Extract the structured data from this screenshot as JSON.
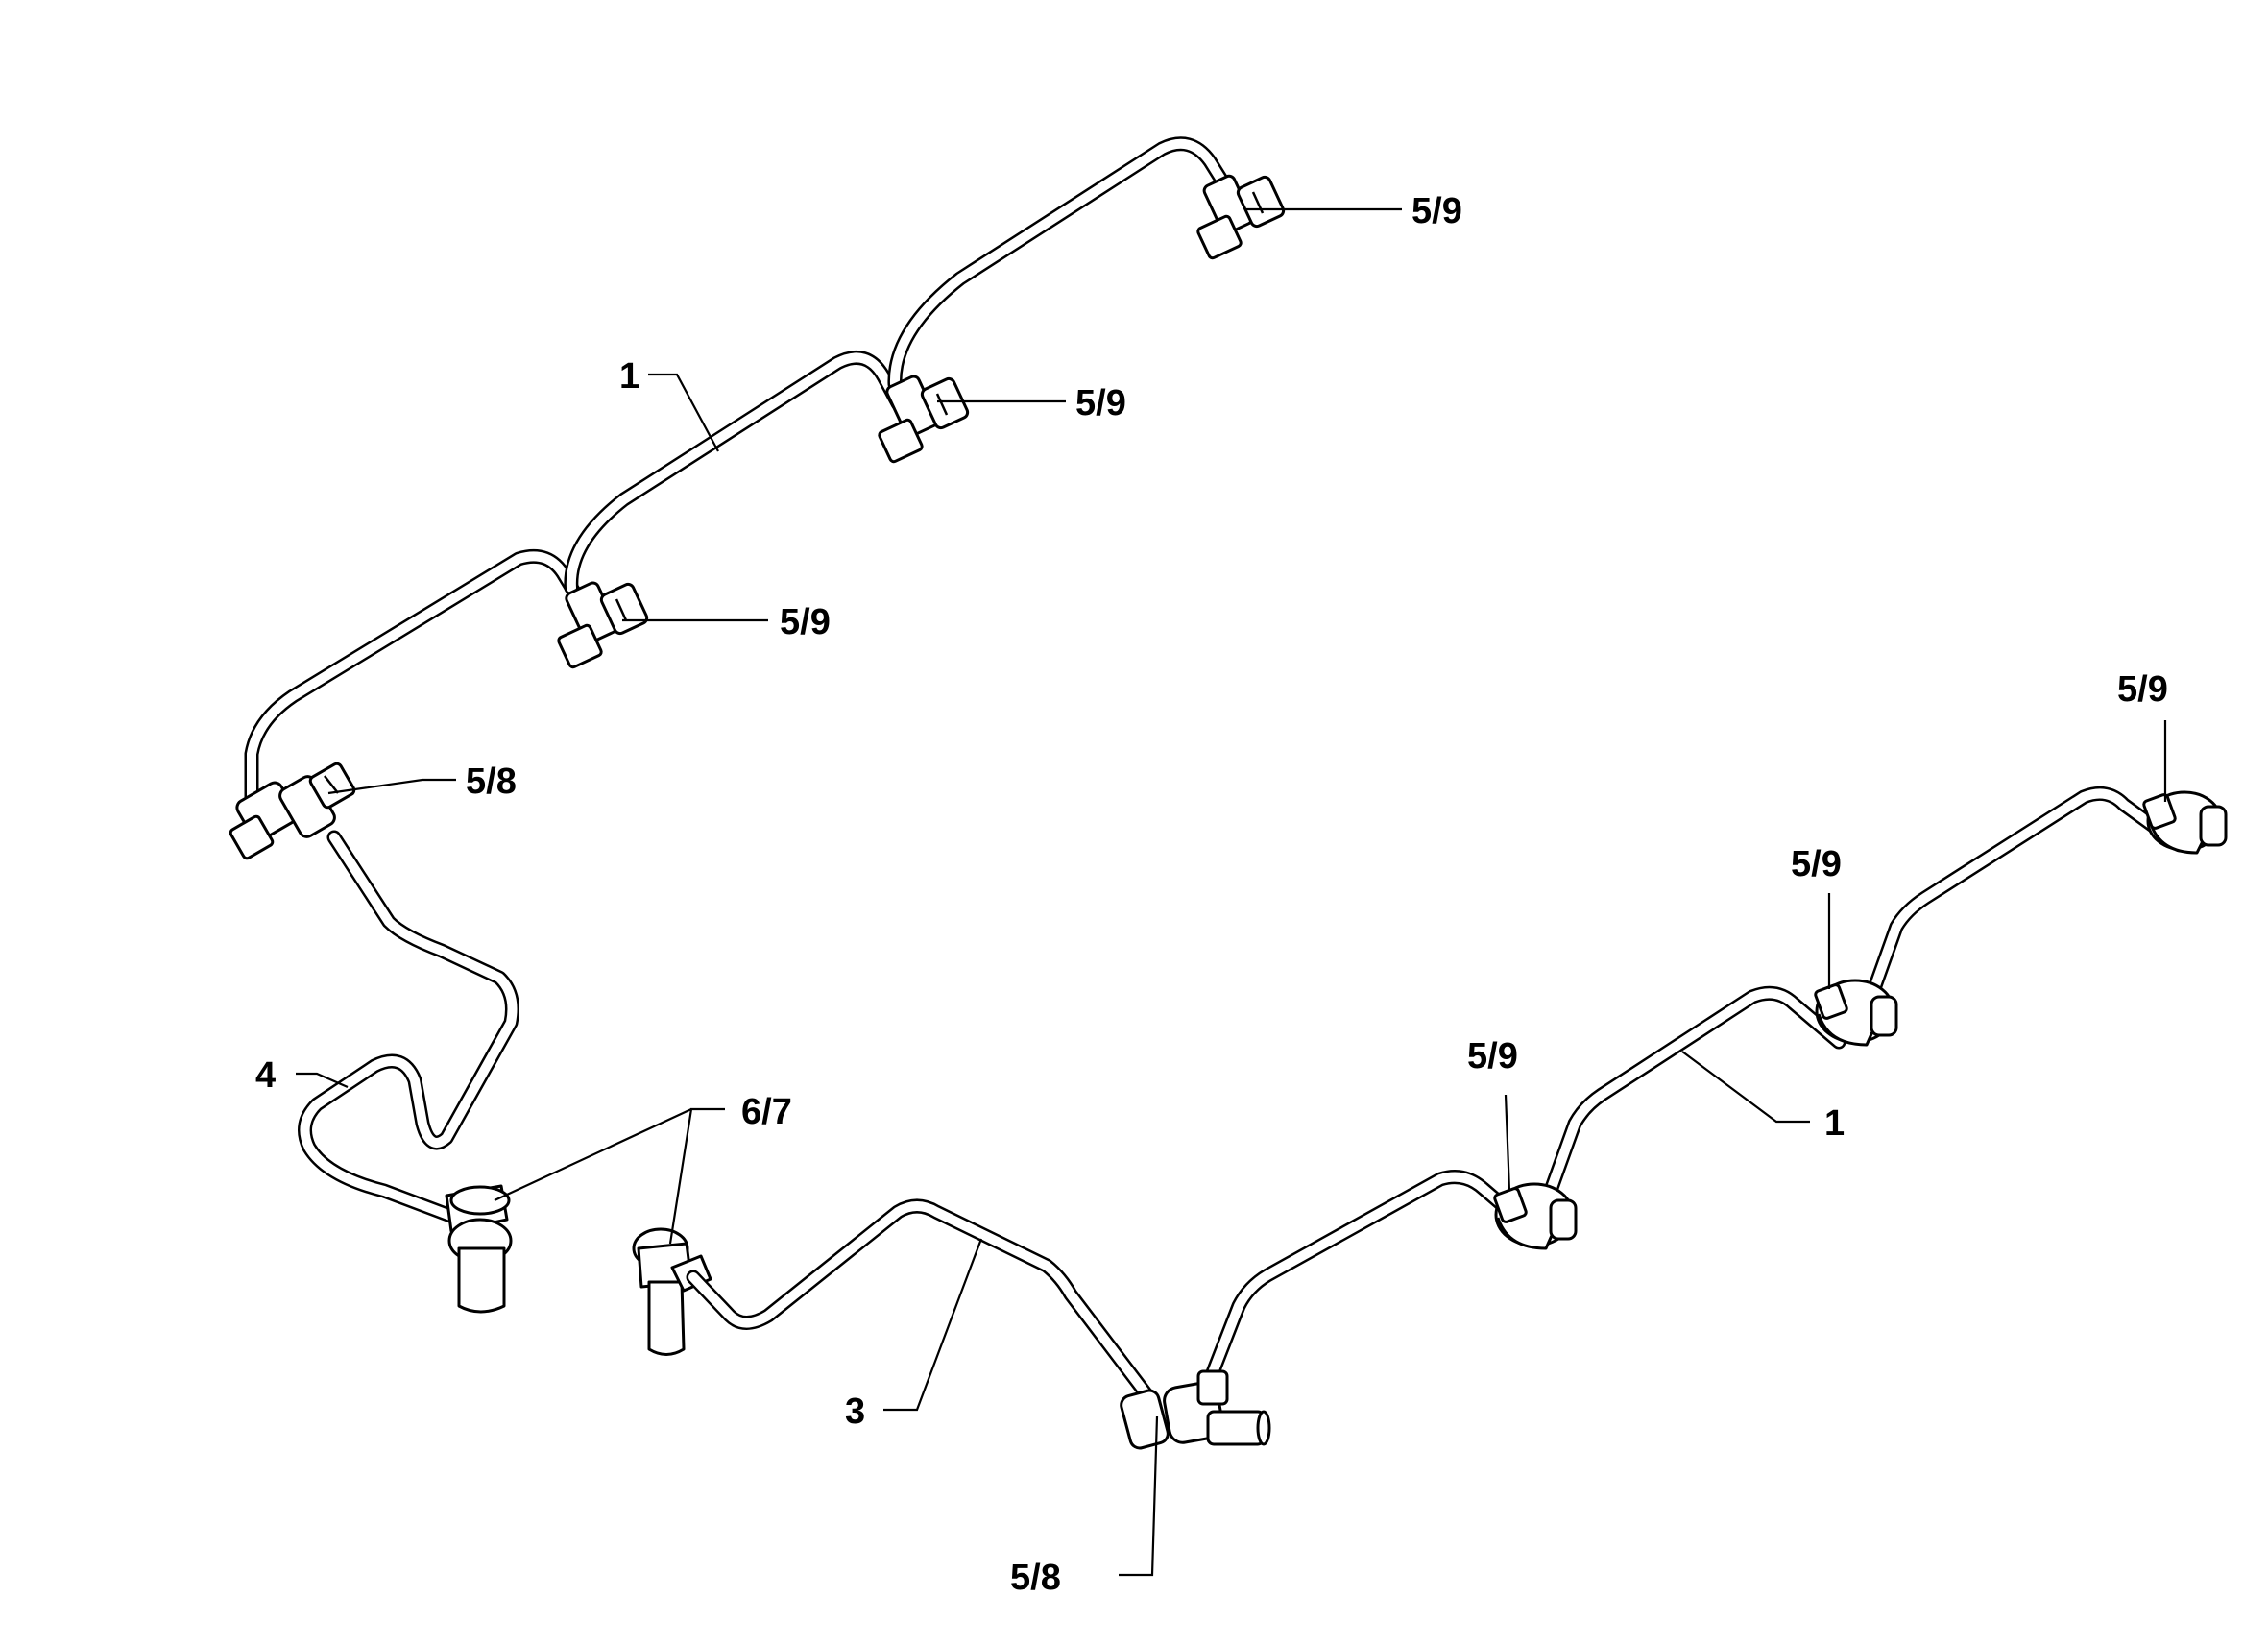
{
  "callouts": [
    {
      "id": "top-right-fitting",
      "label": "5/9"
    },
    {
      "id": "top-middle-fitting",
      "label": "5/9"
    },
    {
      "id": "top-left-fitting",
      "label": "5/9"
    },
    {
      "id": "upper-left-connector",
      "label": "5/8"
    },
    {
      "id": "upper-pipe",
      "label": "1"
    },
    {
      "id": "return-pipe",
      "label": "4"
    },
    {
      "id": "banjo-bolts",
      "label": "6/7"
    },
    {
      "id": "lower-pipe",
      "label": "3"
    },
    {
      "id": "lower-connector",
      "label": "5/8"
    },
    {
      "id": "lower-right-pipe",
      "label": "1"
    },
    {
      "id": "lower-fitting-a",
      "label": "5/9"
    },
    {
      "id": "lower-fitting-b",
      "label": "5/9"
    },
    {
      "id": "lower-fitting-c",
      "label": "5/9"
    }
  ]
}
